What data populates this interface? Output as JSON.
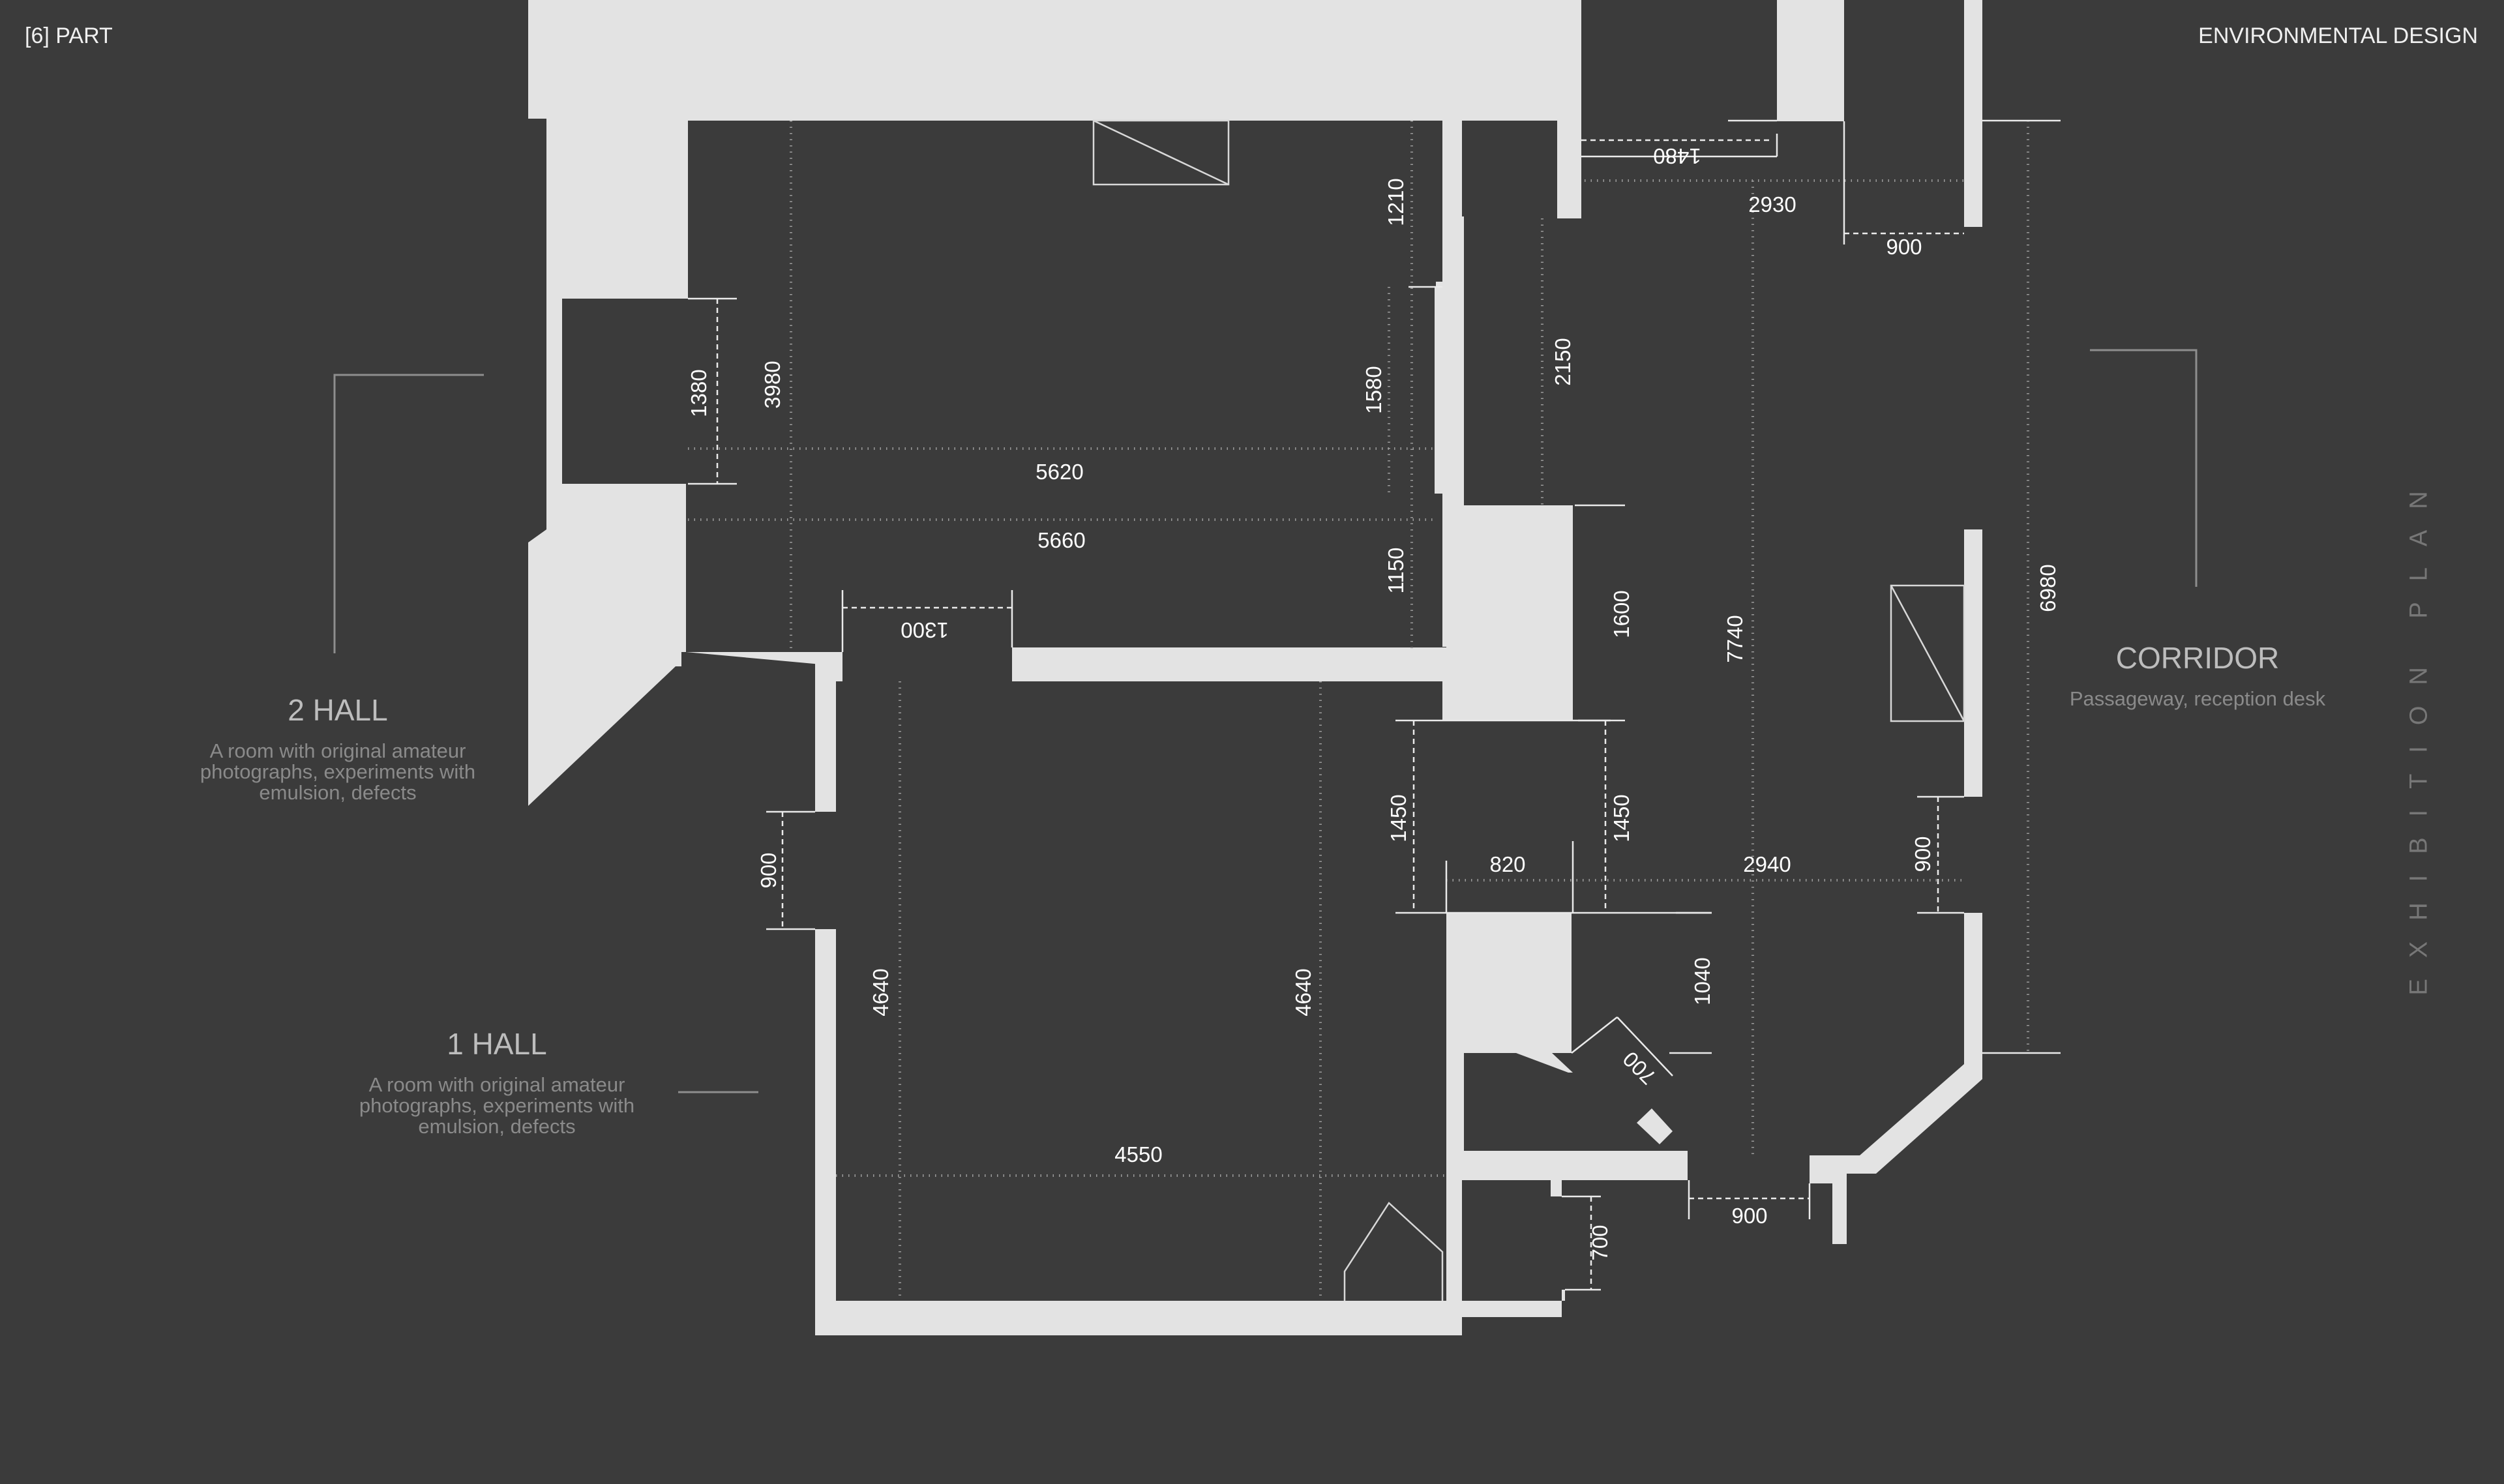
{
  "header": {
    "part_label": "[6] PART",
    "section_label": "ENVIRONMENTAL DESIGN"
  },
  "side_label": "EXHIBITION PLAN",
  "halls": [
    {
      "title": "2 HALL",
      "description": "A room with original amateur photographs, experiments with emulsion, defects"
    },
    {
      "title": "1 HALL",
      "description": "A room with original amateur photographs, experiments with emulsion, defects"
    },
    {
      "title": "CORRIDOR",
      "description": "Passageway, reception desk"
    }
  ],
  "dimensions": {
    "d1480": "1480",
    "d2930": "2930",
    "d900_top": "900",
    "d1210": "1210",
    "d1380": "1380",
    "d3980": "3980",
    "d1580": "1580",
    "d2150": "2150",
    "d5620": "5620",
    "d5660": "5660",
    "d1150": "1150",
    "d1300": "1300",
    "d1600": "1600",
    "d7740": "7740",
    "d6980": "6980",
    "d1450_left": "1450",
    "d1450_right": "1450",
    "d820": "820",
    "d2940": "2940",
    "d900_right": "900",
    "d900_left": "900",
    "d4640_left": "4640",
    "d4640_right": "4640",
    "d1040": "1040",
    "d700_diag": "700",
    "d4550": "4550",
    "d700_bottom": "700",
    "d900_bottom": "900"
  },
  "colors": {
    "background": "#3b3b3b",
    "walls": "#e3e3e3",
    "text": "#ffffff",
    "muted": "#8a8a8a"
  }
}
